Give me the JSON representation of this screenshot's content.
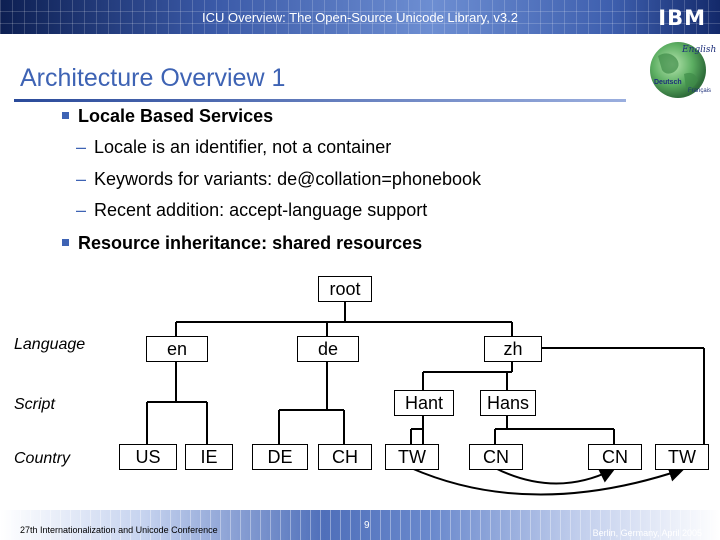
{
  "header": {
    "title": "ICU Overview: The Open-Source Unicode Library, v3.2",
    "logo_text": "IBM"
  },
  "slide": {
    "title": "Architecture Overview 1",
    "bullets": [
      {
        "text": "Locale Based Services",
        "subs": [
          "Locale is an identifier, not a container",
          "Keywords for variants: de@collation=phonebook",
          "Recent addition: accept-language support"
        ]
      },
      {
        "text": "Resource inheritance: shared resources"
      }
    ],
    "globe_words": [
      "Deutsch",
      "English",
      "Français"
    ]
  },
  "tree": {
    "row_labels": [
      "Language",
      "Script",
      "Country"
    ],
    "root": "root",
    "languages": [
      "en",
      "de",
      "zh"
    ],
    "scripts": [
      "Hant",
      "Hans"
    ],
    "countries": [
      "US",
      "IE",
      "DE",
      "CH",
      "TW",
      "CN",
      "CN",
      "TW"
    ]
  },
  "footer": {
    "left": "27th Internationalization and Unicode Conference",
    "page": "9",
    "right": "Berlin, Germany, April 2005"
  },
  "colors": {
    "accent": "#3e63b4",
    "header_dark": "#0d1f52"
  }
}
